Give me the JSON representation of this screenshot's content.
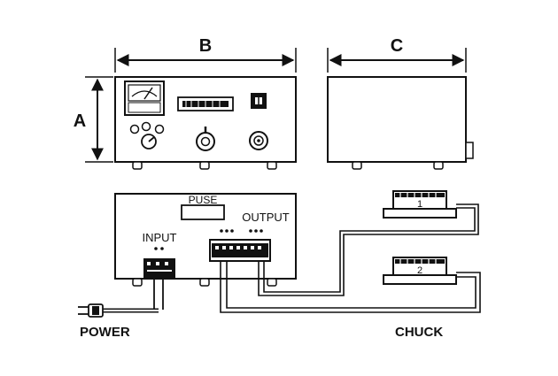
{
  "dimensions": {
    "a": "A",
    "b": "B",
    "c": "C"
  },
  "labels": {
    "fuse": "PUSE",
    "output": "OUTPUT",
    "input": "INPUT",
    "power": "POWER",
    "chuck": "CHUCK",
    "chuck_1": "1",
    "chuck_2": "2"
  },
  "colors": {
    "line": "#111111",
    "fill": "#ffffff"
  }
}
